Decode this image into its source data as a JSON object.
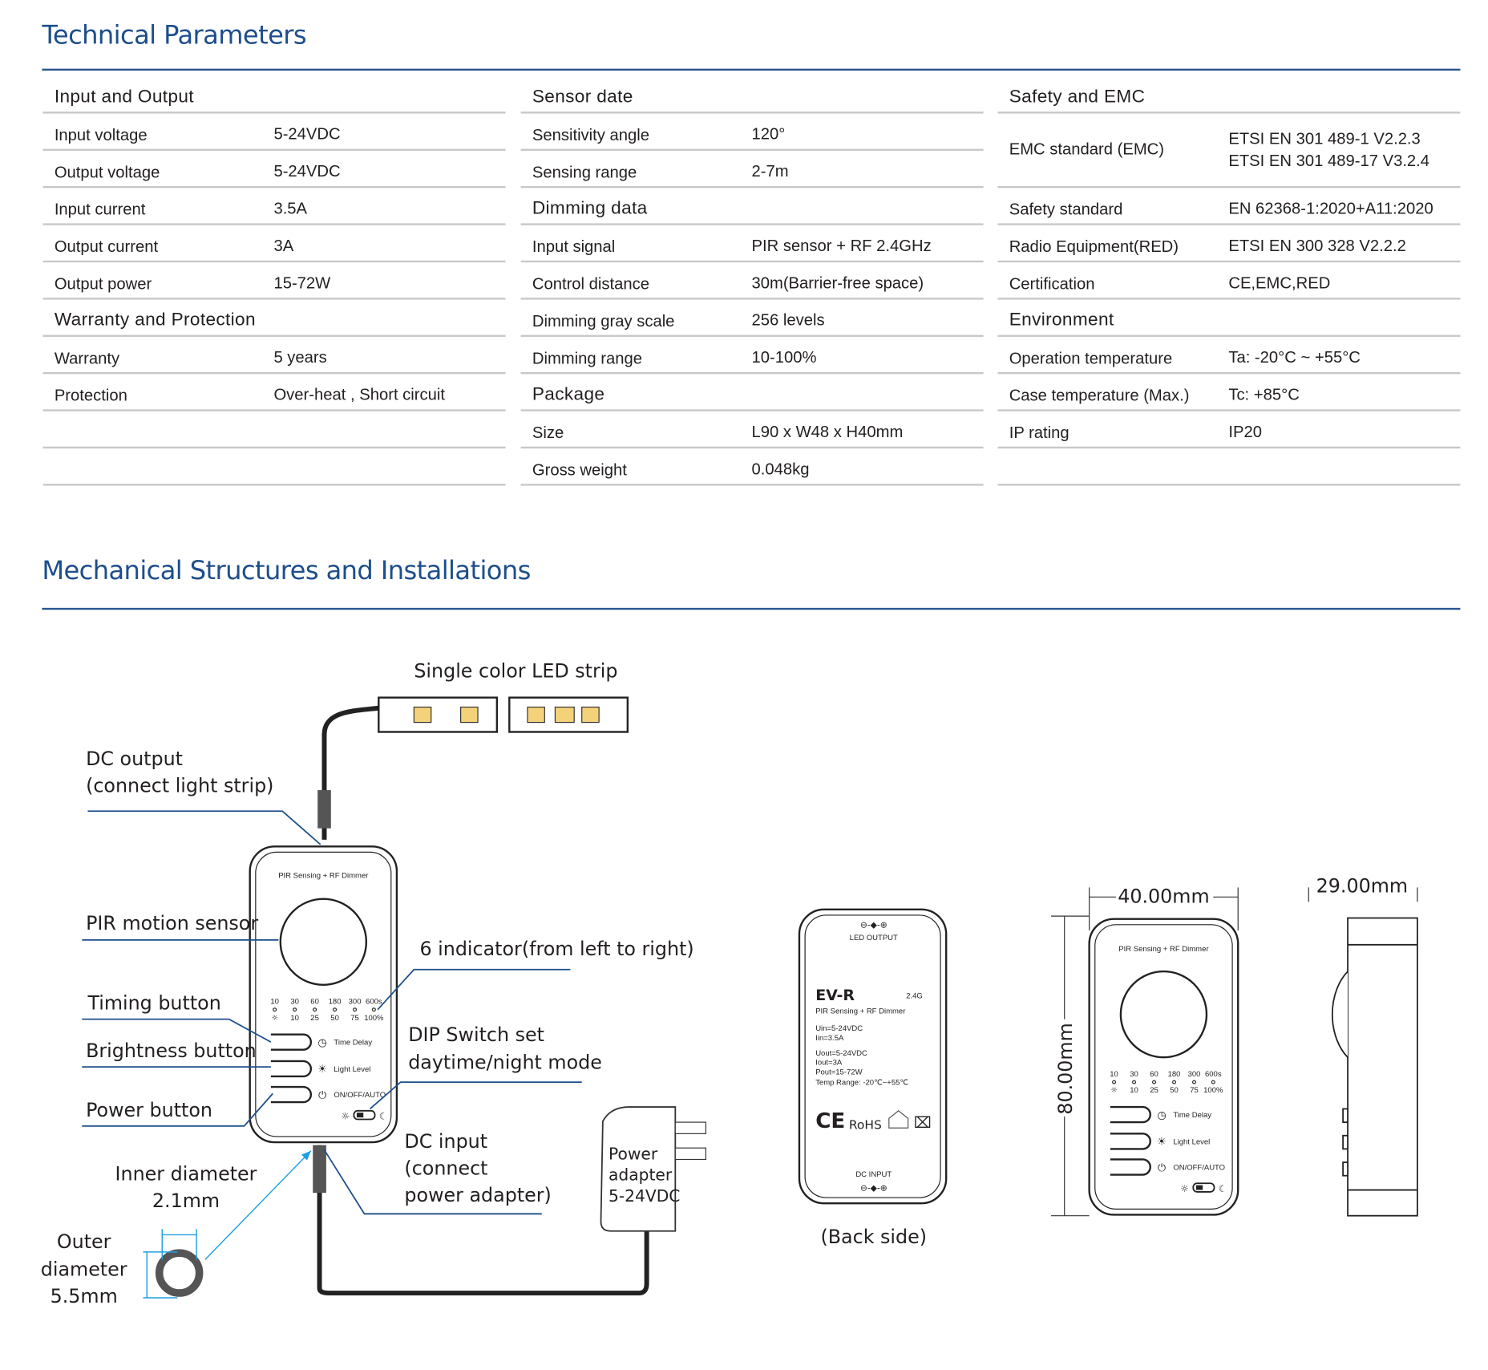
{
  "sections": {
    "technical_title": "Technical Parameters",
    "mechanical_title": "Mechanical Structures and Installations"
  },
  "columns": [
    {
      "rows": [
        {
          "type": "header",
          "label": "Input and Output"
        },
        {
          "label": "Input voltage",
          "value": "5-24VDC"
        },
        {
          "label": "Output voltage",
          "value": "5-24VDC"
        },
        {
          "label": "Input current",
          "value": "3.5A"
        },
        {
          "label": "Output current",
          "value": "3A"
        },
        {
          "label": "Output power",
          "value": "15-72W"
        },
        {
          "type": "header",
          "label": "Warranty and Protection"
        },
        {
          "label": "Warranty",
          "value": "5 years"
        },
        {
          "label": "Protection",
          "value": "Over-heat  , Short circuit"
        },
        {
          "label": "",
          "value": ""
        },
        {
          "label": "",
          "value": ""
        }
      ]
    },
    {
      "rows": [
        {
          "type": "header",
          "label": "Sensor date"
        },
        {
          "label": "Sensitivity angle",
          "value": "120°"
        },
        {
          "label": "Sensing range",
          "value": "2-7m"
        },
        {
          "type": "header",
          "label": "Dimming data"
        },
        {
          "label": "Input signal",
          "value": "PIR sensor + RF 2.4GHz"
        },
        {
          "label": "Control distance",
          "value": "30m(Barrier-free space)"
        },
        {
          "label": "Dimming gray scale",
          "value": "256 levels"
        },
        {
          "label": "Dimming range",
          "value": "10-100%"
        },
        {
          "type": "header",
          "label": "Package"
        },
        {
          "label": "Size",
          "value": "L90 x W48 x H40mm"
        },
        {
          "label": "Gross weight",
          "value": "0.048kg"
        }
      ]
    },
    {
      "rows": [
        {
          "type": "header",
          "label": "Safety and EMC"
        },
        {
          "type": "tall",
          "label": "EMC standard (EMC)",
          "value": "ETSI EN 301 489-1 V2.2.3",
          "value2": "ETSI EN 301 489-17 V3.2.4"
        },
        {
          "label": "Safety standard",
          "value": "EN 62368-1:2020+A11:2020"
        },
        {
          "label": "Radio Equipment(RED)",
          "value": "ETSI EN 300 328 V2.2.2"
        },
        {
          "label": "Certification",
          "value": "CE,EMC,RED"
        },
        {
          "type": "header",
          "label": "Environment"
        },
        {
          "label": "Operation temperature",
          "value": "Ta: -20°C ~ +55°C"
        },
        {
          "label": "Case temperature (Max.)",
          "value": "Tc: +85°C"
        },
        {
          "label": "IP rating",
          "value": "IP20"
        },
        {
          "label": "",
          "value": ""
        }
      ]
    }
  ],
  "diagram": {
    "led_strip": "Single color LED strip",
    "dc_output": [
      "DC output",
      "(connect light strip)"
    ],
    "pir_sensor": "PIR motion sensor",
    "timing_button": "Timing button",
    "brightness_button": "Brightness button",
    "power_button": "Power button",
    "indicator": "6 indicator(from left to right)",
    "dip_switch": [
      "DIP Switch set",
      "daytime/night mode"
    ],
    "dc_input": [
      "DC input",
      "(connect",
      "power adapter)"
    ],
    "inner_diameter": [
      "Inner diameter",
      "2.1mm"
    ],
    "outer_diameter": [
      "Outer",
      "diameter",
      "5.5mm"
    ],
    "power_adapter": [
      "Power",
      "adapter",
      "5-24VDC"
    ],
    "back_side": "(Back side)",
    "width_dim": "40.00mm",
    "height_dim": "80.00mm",
    "depth_dim": "29.00mm",
    "device": {
      "title": "PIR Sensing + RF Dimmer",
      "time_row": [
        "10",
        "30",
        "60",
        "180",
        "300",
        "600s"
      ],
      "light_row": [
        "10",
        "25",
        "50",
        "75",
        "100%"
      ],
      "time_delay": "Time Delay",
      "light_level": "Light Level",
      "onoff": "ON/OFF/AUTO"
    },
    "back": {
      "led_output": "LED OUTPUT",
      "model": "EV-R",
      "rf": "2.4G",
      "subtitle": "PIR Sensing + RF Dimmer",
      "specs": [
        "Uin=5-24VDC",
        "Iin=3.5A",
        "Uout=5-24VDC",
        "Iout=3A",
        "Pout=15-72W",
        "Temp Range: -20℃~+55℃"
      ],
      "ce": "CE",
      "rohs": "RoHS",
      "dc_input": "DC INPUT"
    },
    "colors": {
      "title": "#1d4e8c",
      "leader": "#1d4e8c",
      "arrow": "#1ea0e0"
    }
  }
}
